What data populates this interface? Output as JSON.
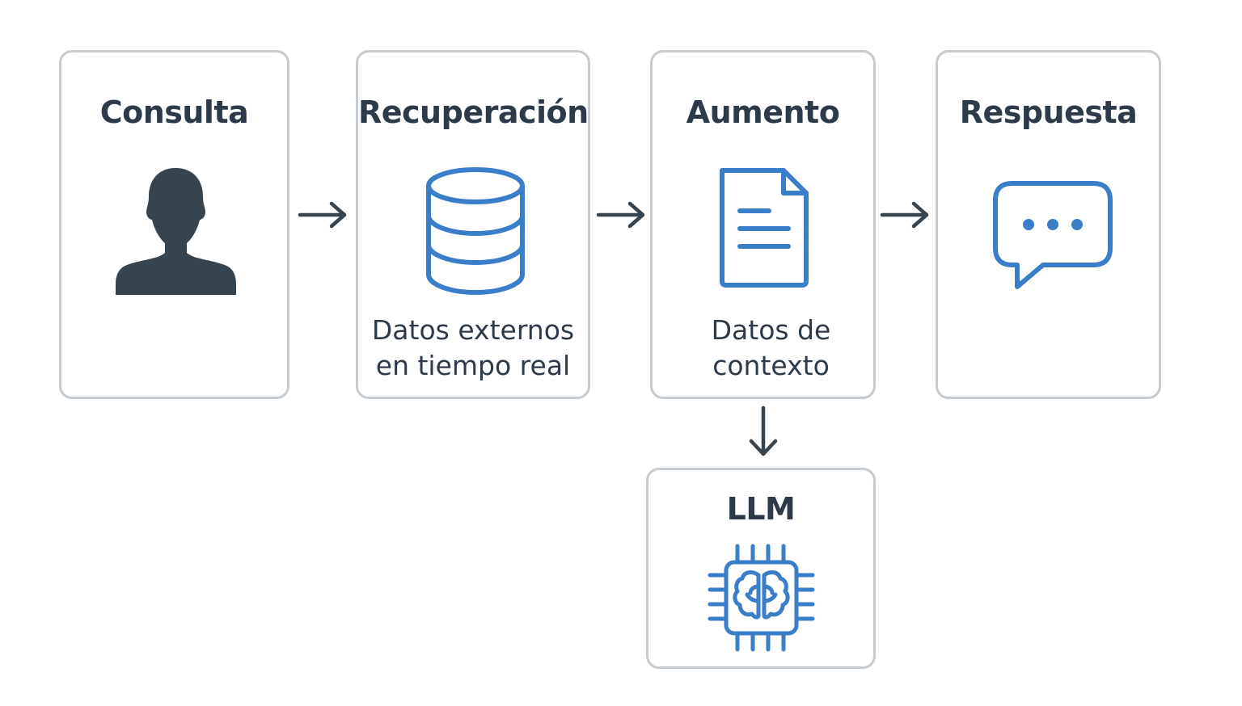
{
  "nodes": {
    "consulta": {
      "title": "Consulta"
    },
    "recuperacion": {
      "title": "Recuperación",
      "subtitle_lines": [
        "Datos externos",
        "en tiempo real"
      ]
    },
    "aumento": {
      "title": "Aumento",
      "subtitle_lines": [
        "Datos de",
        "contexto"
      ]
    },
    "respuesta": {
      "title": "Respuesta"
    },
    "llm": {
      "title": "LLM"
    }
  },
  "icons": {
    "consulta": "user-icon",
    "recuperacion": "database-icon",
    "aumento": "document-icon",
    "respuesta": "chat-bubble-icon",
    "llm": "brain-chip-icon"
  },
  "edges": [
    {
      "from": "consulta",
      "to": "recuperacion"
    },
    {
      "from": "recuperacion",
      "to": "aumento"
    },
    {
      "from": "aumento",
      "to": "respuesta"
    },
    {
      "from": "aumento",
      "to": "llm"
    }
  ],
  "colors": {
    "accent": "#3a7dc9",
    "dark": "#36444f",
    "border": "#c4cbd1",
    "text": "#2c3a4a"
  }
}
